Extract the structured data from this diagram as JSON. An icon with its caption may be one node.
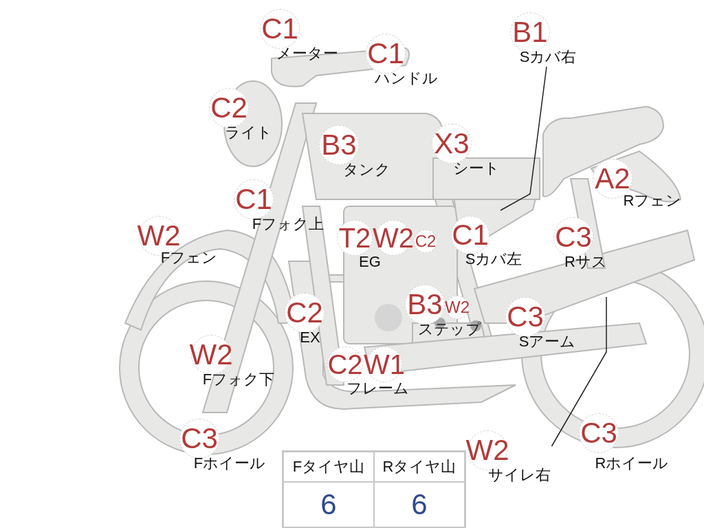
{
  "diagram": {
    "nodes": [
      {
        "text": [
          "C1"
        ],
        "beside": [
          "メーター"
        ]
      },
      {
        "text": [
          "C1"
        ],
        "beside": [
          "ハンドル"
        ]
      },
      {
        "text": [
          "C2"
        ],
        "beside": [
          "ライト"
        ]
      },
      {
        "text": [
          "B3"
        ],
        "beside": [
          "タンク"
        ]
      },
      {
        "text": [
          "X3"
        ],
        "beside": [
          "シート"
        ]
      },
      {
        "text": [
          "B1"
        ],
        "beside": [
          "Sカバ右"
        ]
      },
      {
        "text": [
          "A2"
        ],
        "beside": [
          "Rフェン"
        ]
      },
      {
        "text": [
          "C1"
        ],
        "beside": [
          "Fフォク上"
        ]
      },
      {
        "text": [
          "W2"
        ],
        "beside": [
          "Fフェン"
        ]
      },
      {
        "text": [
          "T2"
        ],
        "beside": [
          "EG"
        ]
      },
      {
        "text": [
          "W2"
        ]
      },
      {
        "text": [
          "C2"
        ]
      },
      {
        "text": [
          "C1"
        ],
        "beside": [
          "Sカバ左"
        ]
      },
      {
        "text": [
          "C3"
        ],
        "beside": [
          "Rサス"
        ]
      },
      {
        "text": [
          "C2"
        ],
        "beside": [
          "EX"
        ]
      },
      {
        "text": [
          "B3"
        ],
        "beside": [
          "ステップ"
        ]
      },
      {
        "text": [
          "W2"
        ]
      },
      {
        "text": [
          "C3"
        ],
        "beside": [
          "Sアーム"
        ]
      },
      {
        "text": [
          "W2"
        ],
        "beside": [
          "Fフォク下"
        ]
      },
      {
        "text": [
          "C2"
        ]
      },
      {
        "text": [
          "W1"
        ],
        "beside": [
          "フレーム"
        ]
      },
      {
        "text": [
          "C3"
        ],
        "beside": [
          "Fホイール"
        ]
      },
      {
        "text": [
          "W2"
        ],
        "beside": [
          "サイレ右"
        ]
      },
      {
        "text": [
          "C3"
        ],
        "beside": [
          "Rホイール"
        ]
      }
    ],
    "edges": [
      {
        "from": 5,
        "to": null,
        "arrow": "none"
      },
      {
        "from": 22,
        "to": null,
        "arrow": "none"
      }
    ],
    "labels": [
      "Fタイヤ山",
      "Rタイヤ山",
      "6",
      "6"
    ]
  }
}
